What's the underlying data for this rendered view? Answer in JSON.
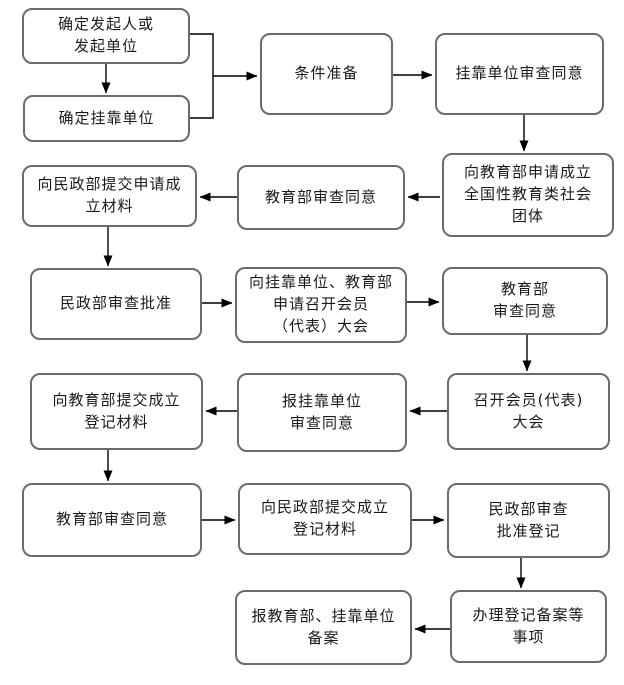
{
  "colors": {
    "background": "#ffffff",
    "border": "#6b6b6b",
    "line": "#000000",
    "text": "#1a1a1a"
  },
  "diagram": {
    "type": "flowchart",
    "nodes": {
      "determine_initiator": {
        "label": "确定发起人或\n发起单位"
      },
      "determine_affiliation": {
        "label": "确定挂靠单位"
      },
      "prepare_conditions": {
        "label": "条件准备"
      },
      "affiliation_review": {
        "label": "挂靠单位审查同意"
      },
      "apply_moe": {
        "label": "向教育部申请成立\n全国性教育类社会\n团体"
      },
      "moe_review_1": {
        "label": "教育部审查同意"
      },
      "submit_mca_application": {
        "label": "向民政部提交申请成\n立材料"
      },
      "mca_approval": {
        "label": "民政部审查批准"
      },
      "apply_congress": {
        "label": "向挂靠单位、教育部\n申请召开会员\n（代表）大会"
      },
      "moe_review_2": {
        "label": "教育部\n审查同意"
      },
      "hold_congress": {
        "label": "召开会员(代表)\n大会"
      },
      "report_affiliation_review": {
        "label": "报挂靠单位\n审查同意"
      },
      "submit_moe_registration": {
        "label": "向教育部提交成立\n登记材料"
      },
      "moe_review_3": {
        "label": "教育部审查同意"
      },
      "submit_mca_registration": {
        "label": "向民政部提交成立\n登记材料"
      },
      "mca_approve_registration": {
        "label": "民政部审查\n批准登记"
      },
      "handle_filing": {
        "label": "办理登记备案等\n事项"
      },
      "report_filing": {
        "label": "报教育部、挂靠单位\n备案"
      }
    },
    "edges": [
      {
        "from": "determine_initiator",
        "to": "determine_affiliation"
      },
      {
        "from": "determine_initiator",
        "to": "prepare_conditions"
      },
      {
        "from": "determine_affiliation",
        "to": "prepare_conditions"
      },
      {
        "from": "prepare_conditions",
        "to": "affiliation_review"
      },
      {
        "from": "affiliation_review",
        "to": "apply_moe"
      },
      {
        "from": "apply_moe",
        "to": "moe_review_1"
      },
      {
        "from": "moe_review_1",
        "to": "submit_mca_application"
      },
      {
        "from": "submit_mca_application",
        "to": "mca_approval"
      },
      {
        "from": "mca_approval",
        "to": "apply_congress"
      },
      {
        "from": "apply_congress",
        "to": "moe_review_2"
      },
      {
        "from": "moe_review_2",
        "to": "hold_congress"
      },
      {
        "from": "hold_congress",
        "to": "report_affiliation_review"
      },
      {
        "from": "report_affiliation_review",
        "to": "submit_moe_registration"
      },
      {
        "from": "submit_moe_registration",
        "to": "moe_review_3"
      },
      {
        "from": "moe_review_3",
        "to": "submit_mca_registration"
      },
      {
        "from": "submit_mca_registration",
        "to": "mca_approve_registration"
      },
      {
        "from": "mca_approve_registration",
        "to": "handle_filing"
      },
      {
        "from": "handle_filing",
        "to": "report_filing"
      }
    ]
  }
}
